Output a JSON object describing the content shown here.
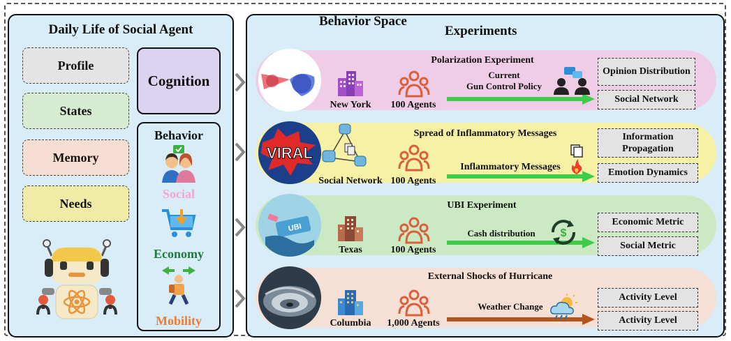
{
  "left": {
    "title": "Daily Life of Social Agent",
    "items": [
      "Profile",
      "States",
      "Memory",
      "Needs"
    ],
    "cognition": "Cognition",
    "behavior_title": "Behavior",
    "behaviors": [
      "Social",
      "Economy",
      "Mobility"
    ]
  },
  "right": {
    "header_left": "Behavior Space",
    "header_right": "Experiments",
    "rows": [
      {
        "title": "Polarization Experiment",
        "place": "New York",
        "agents": "100 Agents",
        "arrow_label_1": "Current",
        "arrow_label_2": "Gun Control Policy",
        "metrics": [
          "Opinion Distribution",
          "Social Network"
        ]
      },
      {
        "title": "Spread of Inflammatory Messages",
        "place": "Social Network",
        "agents": "100 Agents",
        "arrow_label_1": "Inflammatory Messages",
        "circle_text": "VIRAL",
        "metrics": [
          "Information Propagation",
          "Emotion Dynamics"
        ]
      },
      {
        "title": "UBI Experiment",
        "place": "Texas",
        "agents": "100 Agents",
        "arrow_label_1": "Cash distribution",
        "circle_text": "UBI",
        "metrics": [
          "Economic Metric",
          "Social Metric"
        ]
      },
      {
        "title": "External Shocks of Hurricane",
        "place": "Columbia",
        "agents": "1,000 Agents",
        "arrow_label_1": "Weather Change",
        "metrics": [
          "Activity Level",
          "Activity Level"
        ]
      }
    ]
  },
  "colors": {
    "panel_bg": "#d9edf8",
    "row1": "#f0cde6",
    "row2": "#f7f1a5",
    "row3": "#cbe9c3",
    "row4": "#f6dfd4",
    "arrow_green": "#3ecc4a",
    "arrow_brown": "#b5551e",
    "social": "#f4a3d2",
    "economy": "#1d7a3a",
    "mobility": "#f07a30"
  }
}
